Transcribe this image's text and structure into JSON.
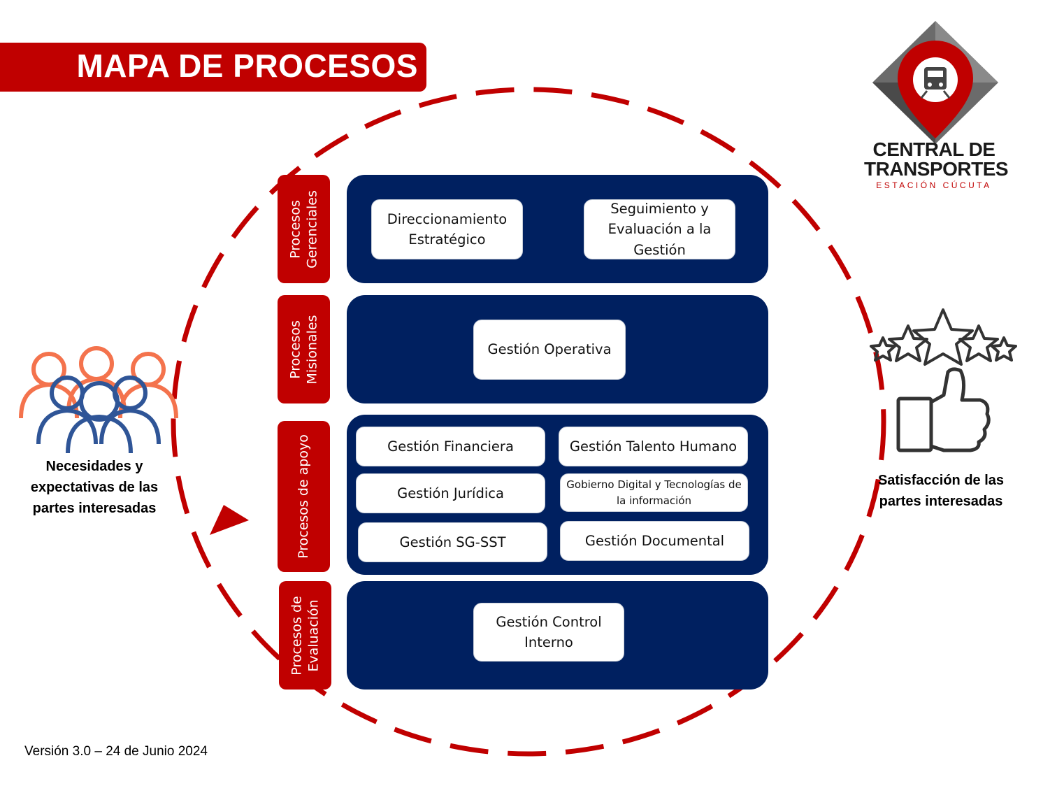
{
  "title": "MAPA DE PROCESOS",
  "logo": {
    "line1": "CENTRAL DE",
    "line2": "TRANSPORTES",
    "line3": "ESTACIÓN CÚCUTA",
    "icon": "train-location-pin-icon"
  },
  "left_caption": "Necesidades y expectativas de las partes interesadas",
  "right_caption": "Satisfacción de las partes interesadas",
  "version": "Versión 3.0 – 24 de Junio 2024",
  "colors": {
    "accent_red": "#c00000",
    "panel_navy": "#002060",
    "people_orange": "#f4734d",
    "people_blue": "#2f5597"
  },
  "groups": {
    "gerenciales": {
      "label": "Procesos\nGerenciales",
      "boxes": [
        "Direccionamiento Estratégico",
        "Seguimiento y Evaluación a la Gestión"
      ]
    },
    "misionales": {
      "label": "Procesos\nMisionales",
      "boxes": [
        "Gestión Operativa"
      ]
    },
    "apoyo": {
      "label": "Procesos de apoyo",
      "boxes": [
        "Gestión Financiera",
        "Gestión Talento Humano",
        "Gestión Jurídica",
        "Gobierno Digital y Tecnologías de la información",
        "Gestión SG-SST",
        "Gestión Documental"
      ]
    },
    "evaluacion": {
      "label": "Procesos de\nEvaluación",
      "boxes": [
        "Gestión Control Interno"
      ]
    }
  }
}
